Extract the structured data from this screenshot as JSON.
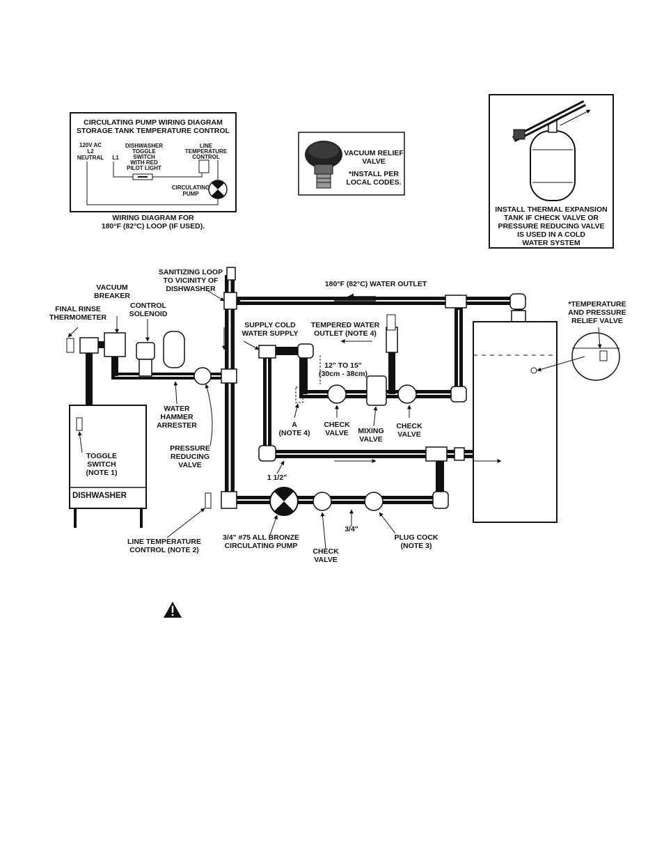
{
  "wiring_box": {
    "title_line1": "CIRCULATING PUMP WIRING DIAGRAM",
    "title_line2": "STORAGE TANK TEMPERATURE CONTROL",
    "power_line1": "120V AC",
    "power_line2": "L2",
    "power_line3": "NEUTRAL",
    "l1": "L1",
    "toggle_line1": "DISHWASHER",
    "toggle_line2": "TOGGLE",
    "toggle_line3": "SWITCH",
    "toggle_line4": "WITH RED",
    "toggle_line5": "PILOT LIGHT",
    "line_temp_line1": "LINE",
    "line_temp_line2": "TEMPERATURE",
    "line_temp_line3": "CONTROL",
    "pump_line1": "CIRCULATING",
    "pump_line2": "PUMP",
    "caption_line1": "WIRING DIAGRAM FOR",
    "caption_line2": "180°F (82°C) LOOP (IF USED)."
  },
  "vacuum_box": {
    "line1": "VACUUM RELIEF",
    "line2": "VALVE",
    "line3": "*INSTALL PER",
    "line4": "LOCAL CODES."
  },
  "expansion_box": {
    "line1": "INSTALL THERMAL EXPANSION",
    "line2": "TANK IF CHECK VALVE OR",
    "line3": "PRESSURE REDUCING VALVE",
    "line4": "IS USED IN A COLD",
    "line5": "WATER SYSTEM"
  },
  "labels": {
    "sanitizing_line1": "SANITIZING LOOP",
    "sanitizing_line2": "TO VICINITY OF",
    "sanitizing_line3": "DISHWASHER",
    "water_outlet": "180°F (82°C) WATER OUTLET",
    "vacuum_breaker_line1": "VACUUM",
    "vacuum_breaker_line2": "BREAKER",
    "control_solenoid_line1": "CONTROL",
    "control_solenoid_line2": "SOLENOID",
    "final_rinse_line1": "FINAL RINSE",
    "final_rinse_line2": "THERMOMETER",
    "supply_cold_line1": "SUPPLY COLD",
    "supply_cold_line2": "WATER SUPPLY",
    "tempered_line1": "TEMPERED WATER",
    "tempered_line2": "OUTLET (NOTE 4)",
    "tp_relief_line1": "*TEMPERATURE",
    "tp_relief_line2": "AND PRESSURE",
    "tp_relief_line3": "RELIEF VALVE",
    "distance_line1": "12\" TO 15\"",
    "distance_line2": "(30cm - 38cm)",
    "water_hammer_line1": "WATER",
    "water_hammer_line2": "HAMMER",
    "water_hammer_line3": "ARRESTER",
    "note_a_line1": "A",
    "note_a_line2": "(NOTE 4)",
    "check_valve_line1": "CHECK",
    "check_valve_line2": "VALVE",
    "mixing_line1": "MIXING",
    "mixing_line2": "VALVE",
    "toggle_line1": "TOGGLE",
    "toggle_line2": "SWITCH",
    "toggle_line3": "(NOTE 1)",
    "prv_line1": "PRESSURE",
    "prv_line2": "REDUCING",
    "prv_line3": "VALVE",
    "pipe_size_large": "1 1/2\"",
    "dishwasher": "DISHWASHER",
    "pipe_size_small": "3/4\"",
    "line_temp_line1": "LINE TEMPERATURE",
    "line_temp_line2": "CONTROL (NOTE 2)",
    "pump_line1": "3/4\" #75 ALL BRONZE",
    "pump_line2": "CIRCULATING PUMP",
    "plug_cock_line1": "PLUG COCK",
    "plug_cock_line2": "(NOTE 3)"
  },
  "warning_icon": "warning-triangle-icon"
}
